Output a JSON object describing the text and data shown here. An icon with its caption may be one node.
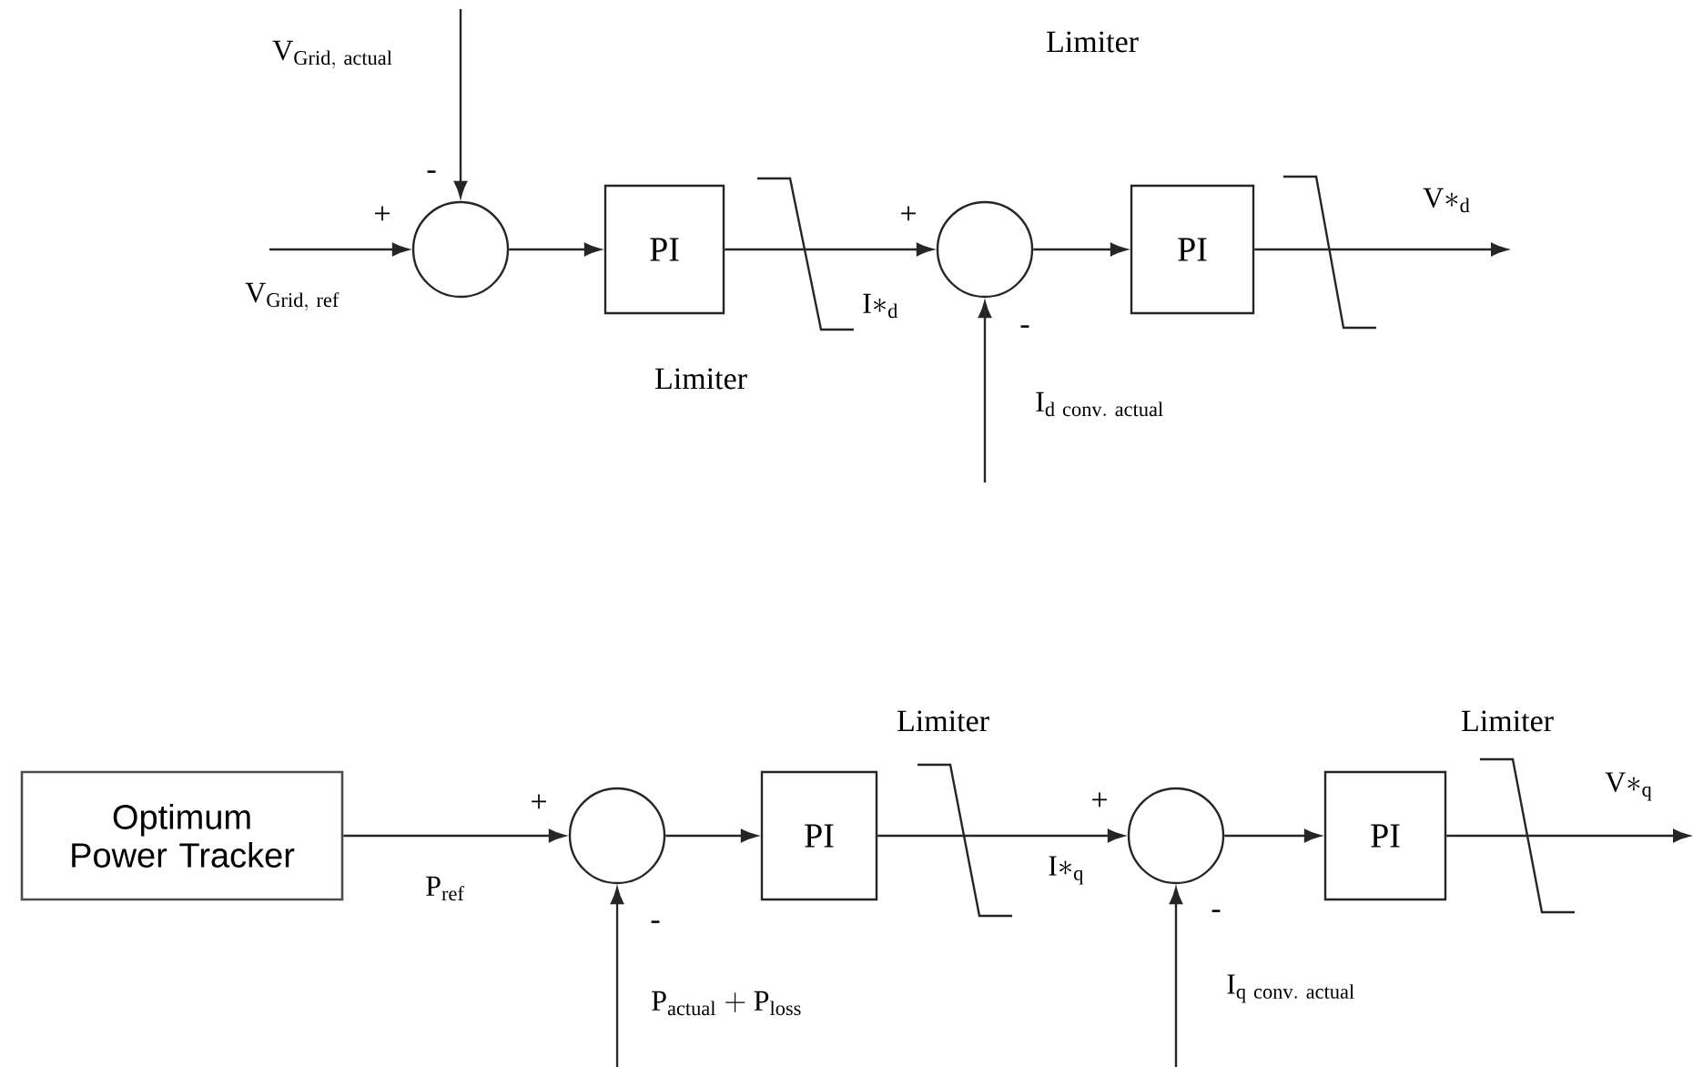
{
  "diagram": {
    "nodes": [
      {
        "text": [],
        "shape": "circle"
      },
      {
        "text": [
          "PI"
        ]
      },
      {
        "text": [],
        "shape": "circle"
      },
      {
        "text": [
          "PI"
        ]
      },
      {
        "text": [
          "Optimum Power Tracker"
        ]
      },
      {
        "text": [],
        "shape": "circle"
      },
      {
        "text": [
          "PI"
        ]
      },
      {
        "text": [],
        "shape": "circle"
      },
      {
        "text": [
          "PI"
        ]
      }
    ],
    "edges": [
      {
        "from": null,
        "to": 0,
        "arrow": "to",
        "label": "\\mathrm{V}_{\\mathrm{Grid,\\ actual}}"
      },
      {
        "from": null,
        "to": 0,
        "arrow": "to",
        "label": "\\mathrm{V}_{\\mathrm{Grid,\\ ref}}"
      },
      {
        "from": 0,
        "to": 1,
        "arrow": "to"
      },
      {
        "from": 1,
        "to": 2,
        "arrow": "to",
        "label": "\\mathrm{I}{*}_{\\mathrm{d}}"
      },
      {
        "from": null,
        "to": 2,
        "arrow": "to",
        "label": "\\mathrm{I}_{\\mathrm{d\\ conv.\\ actual}}"
      },
      {
        "from": 2,
        "to": 3,
        "arrow": "to"
      },
      {
        "from": 3,
        "to": null,
        "arrow": "to",
        "label": "\\mathrm{V}{*}_{\\mathrm{d}}"
      },
      {
        "from": 4,
        "to": 5,
        "arrow": "to",
        "label": "\\mathrm{P}_{\\mathrm{ref}}"
      },
      {
        "from": null,
        "to": 5,
        "arrow": "to",
        "label": "\\mathrm{P}_{\\mathrm{actual}} + \\mathrm{P}_{\\mathrm{loss}}"
      },
      {
        "from": 5,
        "to": 6,
        "arrow": "to"
      },
      {
        "from": 6,
        "to": 7,
        "arrow": "to",
        "label": "\\mathrm{I}{*}_{\\mathrm{q}}"
      },
      {
        "from": null,
        "to": 7,
        "arrow": "to",
        "label": "\\mathrm{I}_{\\mathrm{q\\ conv.\\ actual}}"
      },
      {
        "from": 7,
        "to": 8,
        "arrow": "to"
      },
      {
        "from": 8,
        "to": null,
        "arrow": "to",
        "label": "\\mathrm{V}{*}_{\\mathrm{q}}"
      }
    ],
    "labels": [
      "Limiter",
      "-",
      "+",
      "+",
      "-",
      "Limiter",
      "Limiter",
      "Limiter",
      "+",
      "+",
      "-",
      "-"
    ]
  }
}
